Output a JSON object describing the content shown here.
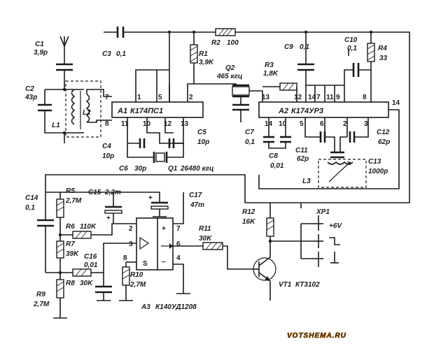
{
  "components": {
    "C1": {
      "ref": "C1",
      "value": "3,9p"
    },
    "C2": {
      "ref": "C2",
      "value": "43p"
    },
    "C3": {
      "ref": "C3",
      "value": "0,1"
    },
    "C4": {
      "ref": "C4",
      "value": "10p"
    },
    "C5": {
      "ref": "C5",
      "value": "10p"
    },
    "C6": {
      "ref": "C6",
      "value": "30p"
    },
    "C7": {
      "ref": "C7",
      "value": "0,1"
    },
    "C8": {
      "ref": "C8",
      "value": "0,01"
    },
    "C9": {
      "ref": "C9",
      "value": "0,1"
    },
    "C10": {
      "ref": "C10",
      "value": "0,1"
    },
    "C11": {
      "ref": "C11",
      "value": "62p"
    },
    "C12": {
      "ref": "C12",
      "value": "62p"
    },
    "C13": {
      "ref": "C13",
      "value": "1000p"
    },
    "C14": {
      "ref": "C14",
      "value": "0,1"
    },
    "C15": {
      "ref": "C15",
      "value": "2,2m"
    },
    "C16": {
      "ref": "C16",
      "value": "0,01"
    },
    "C17": {
      "ref": "C17",
      "value": "47m"
    },
    "R1": {
      "ref": "R1",
      "value": "3,9K"
    },
    "R2": {
      "ref": "R2",
      "value": "100"
    },
    "R3": {
      "ref": "R3",
      "value": "1,8K"
    },
    "R4": {
      "ref": "R4",
      "value": "33"
    },
    "R5": {
      "ref": "R5",
      "value": "2,7M"
    },
    "R6": {
      "ref": "R6",
      "value": "110K"
    },
    "R7": {
      "ref": "R7",
      "value": "39K"
    },
    "R8": {
      "ref": "R8",
      "value": "30K"
    },
    "R9": {
      "ref": "R9",
      "value": "2,7M"
    },
    "R10": {
      "ref": "R10",
      "value": "2,7M"
    },
    "R11": {
      "ref": "R11",
      "value": "30K"
    },
    "R12": {
      "ref": "R12",
      "value": "16K"
    },
    "L1": {
      "ref": "L1"
    },
    "L2": {
      "ref": "L2"
    },
    "L3": {
      "ref": "L3"
    },
    "Q1": {
      "ref": "Q1",
      "value": "26480 кгц"
    },
    "Q2": {
      "ref": "Q2",
      "value": "465 кгц"
    },
    "A1": {
      "ref": "A1",
      "part": "К174ПС1"
    },
    "A2": {
      "ref": "A2",
      "part": "К174УР3"
    },
    "A3": {
      "ref": "A3",
      "part": "К140УД1208"
    },
    "VT1": {
      "ref": "VT1",
      "part": "КТ3102"
    },
    "XP1": {
      "ref": "XP1"
    }
  },
  "supply": {
    "label": "+6V"
  },
  "pins": {
    "a1": [
      "1",
      "5",
      "2",
      "7",
      "8",
      "11",
      "10",
      "12",
      "13"
    ],
    "a2": [
      "13",
      "12",
      "14",
      "7",
      "11",
      "9",
      "8",
      "14",
      "10",
      "5",
      "6",
      "2",
      "3"
    ],
    "a3": [
      "2",
      "3",
      "7",
      "6",
      "8",
      "4",
      "S"
    ]
  },
  "watermark": "VOTSHEMA.RU"
}
